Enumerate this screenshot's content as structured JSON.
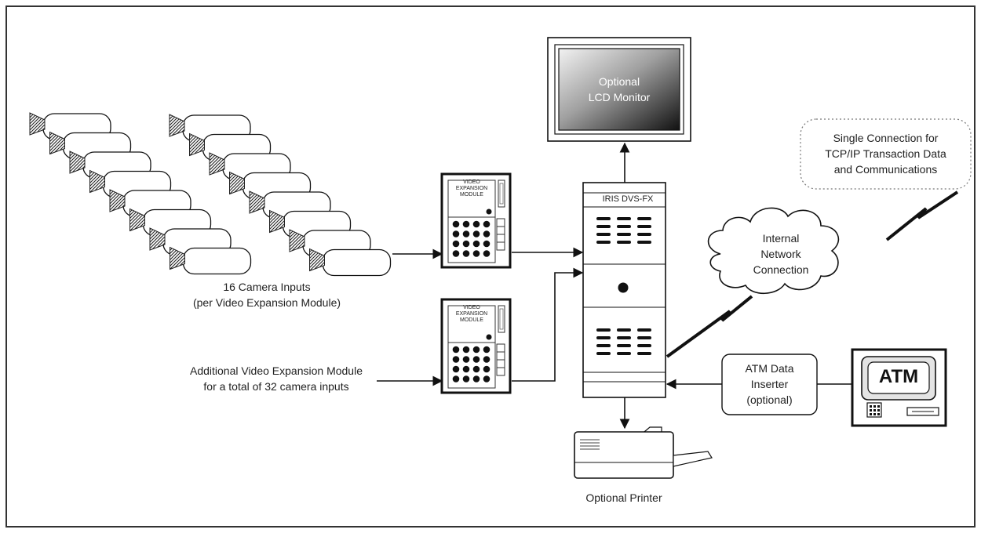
{
  "cameras": {
    "count_per_module": 16,
    "label_line1": "16 Camera Inputs",
    "label_line2": "(per Video Expansion Module)"
  },
  "module_1": {
    "label_line1": "VIDEO",
    "label_line2": "EXPANSION",
    "label_line3": "MODULE"
  },
  "module_2": {
    "label_line1": "VIDEO",
    "label_line2": "EXPANSION",
    "label_line3": "MODULE",
    "caption_line1": "Additional Video Expansion Module",
    "caption_line2": "for a total of 32 camera inputs"
  },
  "dvr": {
    "label": "IRIS DVS-FX"
  },
  "monitor": {
    "label_line1": "Optional",
    "label_line2": "LCD Monitor"
  },
  "printer": {
    "label": "Optional Printer"
  },
  "network": {
    "label_line1": "Internal",
    "label_line2": "Network",
    "label_line3": "Connection"
  },
  "tcpip": {
    "label_line1": "Single Connection for",
    "label_line2": "TCP/IP Transaction Data",
    "label_line3": "and Communications"
  },
  "atm_inserter": {
    "label_line1": "ATM Data",
    "label_line2": "Inserter",
    "label_line3": "(optional)"
  },
  "atm": {
    "screen_label": "ATM"
  }
}
